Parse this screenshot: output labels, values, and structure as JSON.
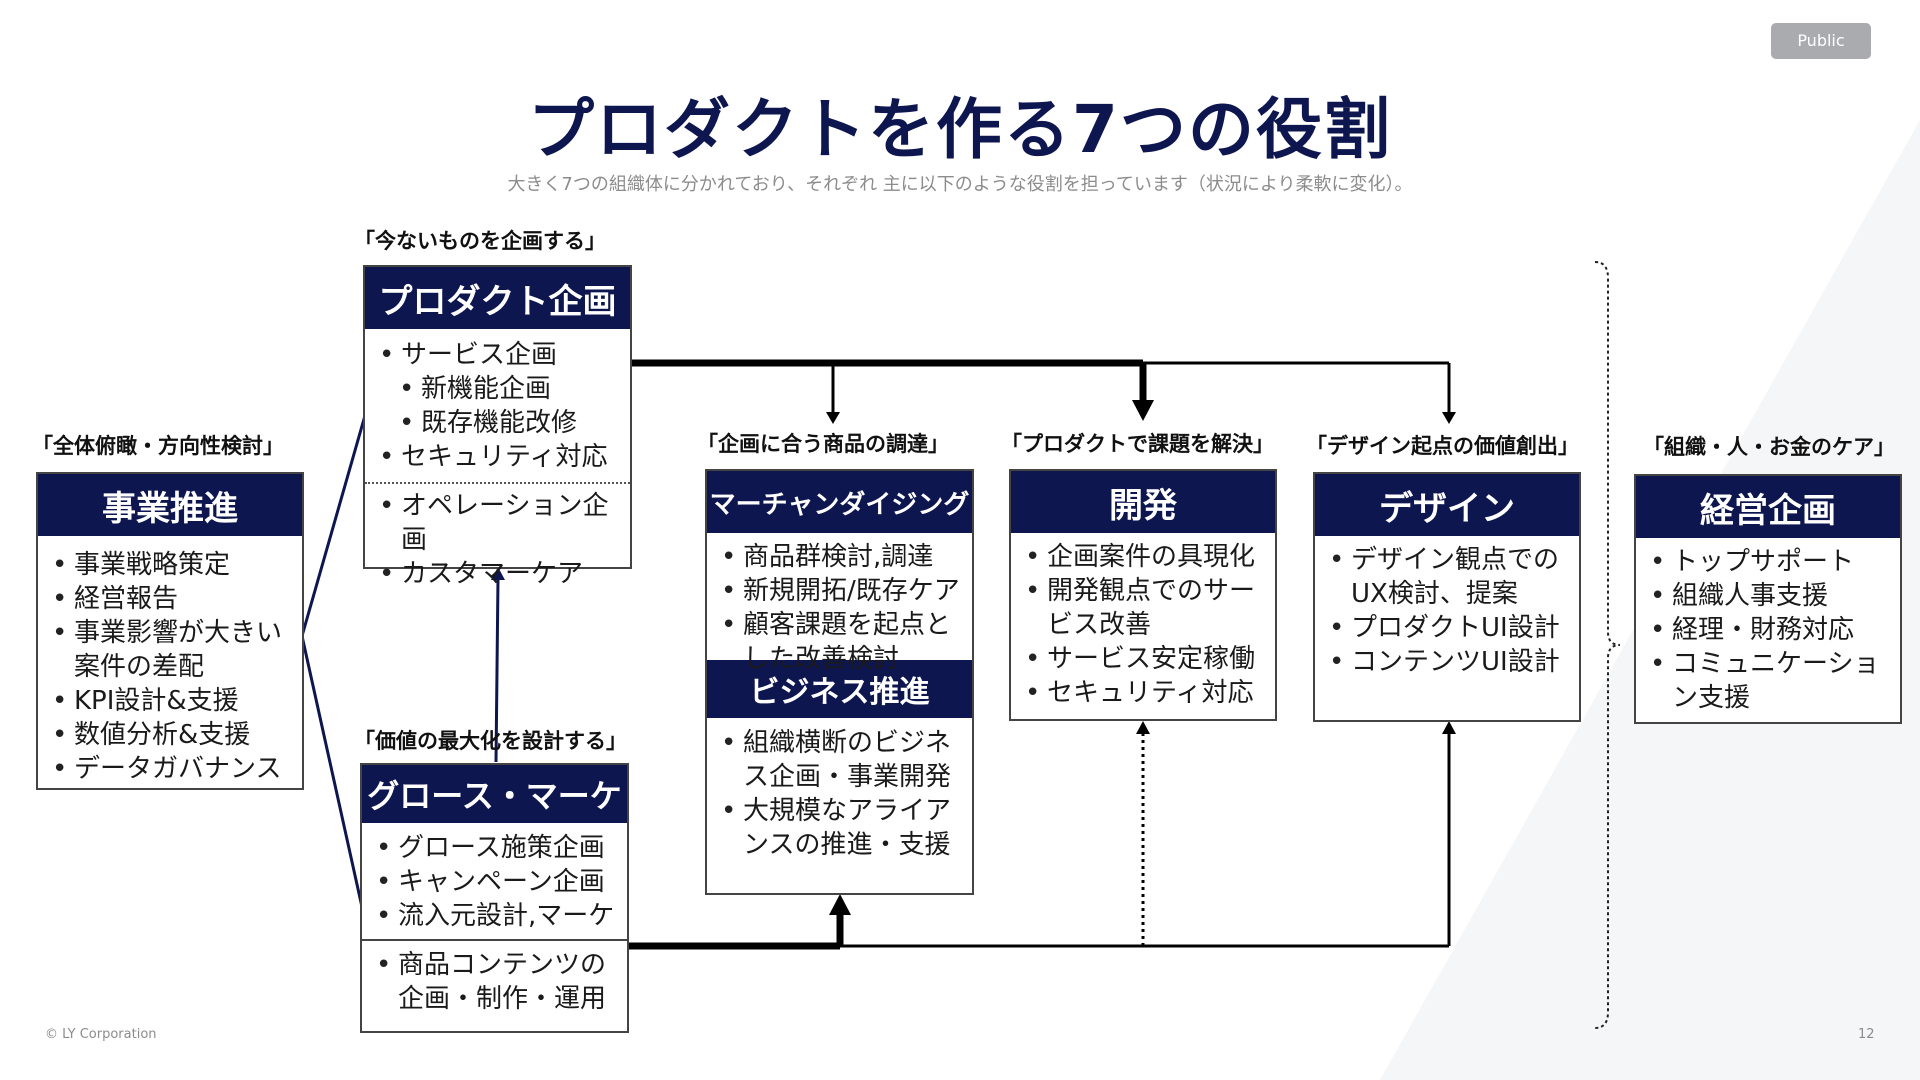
{
  "badge": "Public",
  "title": "プロダクトを作る7つの役割",
  "subtitle": "大きく7つの組織体に分かれており、それぞれ 主に以下のような役割を担っています（状況により柔軟に変化）。",
  "roles": {
    "business": {
      "tag": "「全体俯瞰・方向性検討」",
      "title": "事業推進",
      "items": [
        "事業戦略策定",
        "経営報告",
        "事業影響が大きい案件の差配",
        "KPI設計&支援",
        "数値分析&支援",
        "データガバナンス"
      ]
    },
    "planning": {
      "tag": "「今ないものを企画する」",
      "title": "プロダクト企画",
      "items": [
        "サービス企画",
        "新機能企画",
        "既存機能改修",
        "セキュリティ対応"
      ],
      "items2": [
        "オペレーション企画",
        "カスタマーケア"
      ]
    },
    "growth": {
      "tag": "「価値の最大化を設計する」",
      "title": "グロース・マーケ",
      "items": [
        "グロース施策企画",
        "キャンペーン企画",
        "流入元設計,マーケ"
      ],
      "items2": [
        "商品コンテンツの企画・制作・運用"
      ]
    },
    "merch": {
      "tag": "「企画に合う商品の調達」",
      "title": "マーチャンダイジング",
      "items": [
        "商品群検討,調達",
        "新規開拓/既存ケア",
        "顧客課題を起点とした改善検討"
      ]
    },
    "bizdev": {
      "title": "ビジネス推進",
      "items": [
        "組織横断のビジネス企画・事業開発",
        "大規模なアライアンスの推進・支援"
      ]
    },
    "dev": {
      "tag": "「プロダクトで課題を解決」",
      "title": "開発",
      "items": [
        "企画案件の具現化",
        "開発観点でのサービス改善",
        "サービス安定稼働",
        "セキュリティ対応"
      ]
    },
    "design": {
      "tag": "「デザイン起点の価値創出」",
      "title": "デザイン",
      "items": [
        "デザイン観点でのUX検討、提案",
        "プロダクトUI設計",
        "コンテンツUI設計"
      ]
    },
    "corp": {
      "tag": "「組織・人・お金のケア」",
      "title": "経営企画",
      "items": [
        "トップサポート",
        "組織人事支援",
        "経理・財務対応",
        "コミュニケーション支援"
      ]
    }
  },
  "footer": {
    "copyright": "© LY Corporation",
    "page_number": "12"
  },
  "colors": {
    "navy": "#0e1650",
    "badge_gray": "#a9abaf",
    "subtitle_gray": "#8c8c8c"
  }
}
